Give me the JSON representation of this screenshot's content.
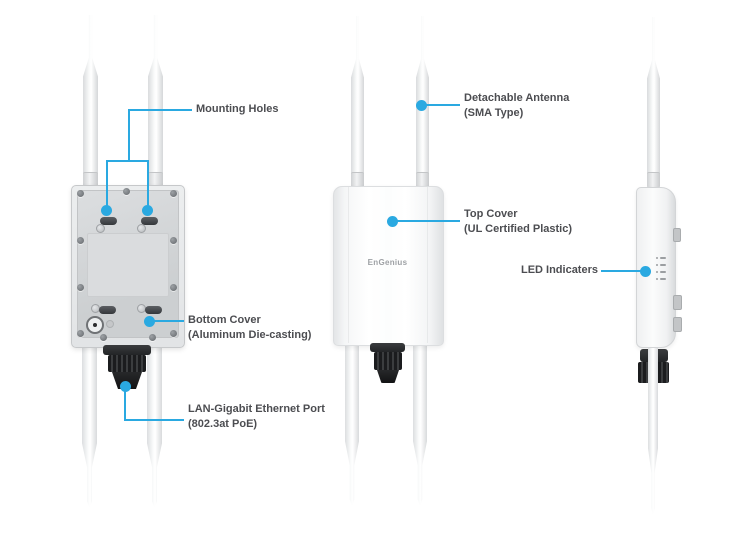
{
  "diagram": {
    "product": "Outdoor access point — rear, front and side views",
    "brand_logo": "EnGenius",
    "accent_color": "#2aa9e1",
    "label_color": "#4c4d51",
    "callouts": {
      "mounting_holes": {
        "label": "Mounting Holes"
      },
      "detachable_antenna": {
        "label": "Detachable Antenna",
        "sub": "(SMA Type)"
      },
      "top_cover": {
        "label": "Top Cover",
        "sub": "(UL Certified Plastic)"
      },
      "led_indicators": {
        "label": "LED Indicaters"
      },
      "bottom_cover": {
        "label": "Bottom Cover",
        "sub": "(Aluminum Die-casting)"
      },
      "lan_port": {
        "label": "LAN-Gigabit Ethernet Port",
        "sub": "(802.3at PoE)"
      }
    }
  }
}
